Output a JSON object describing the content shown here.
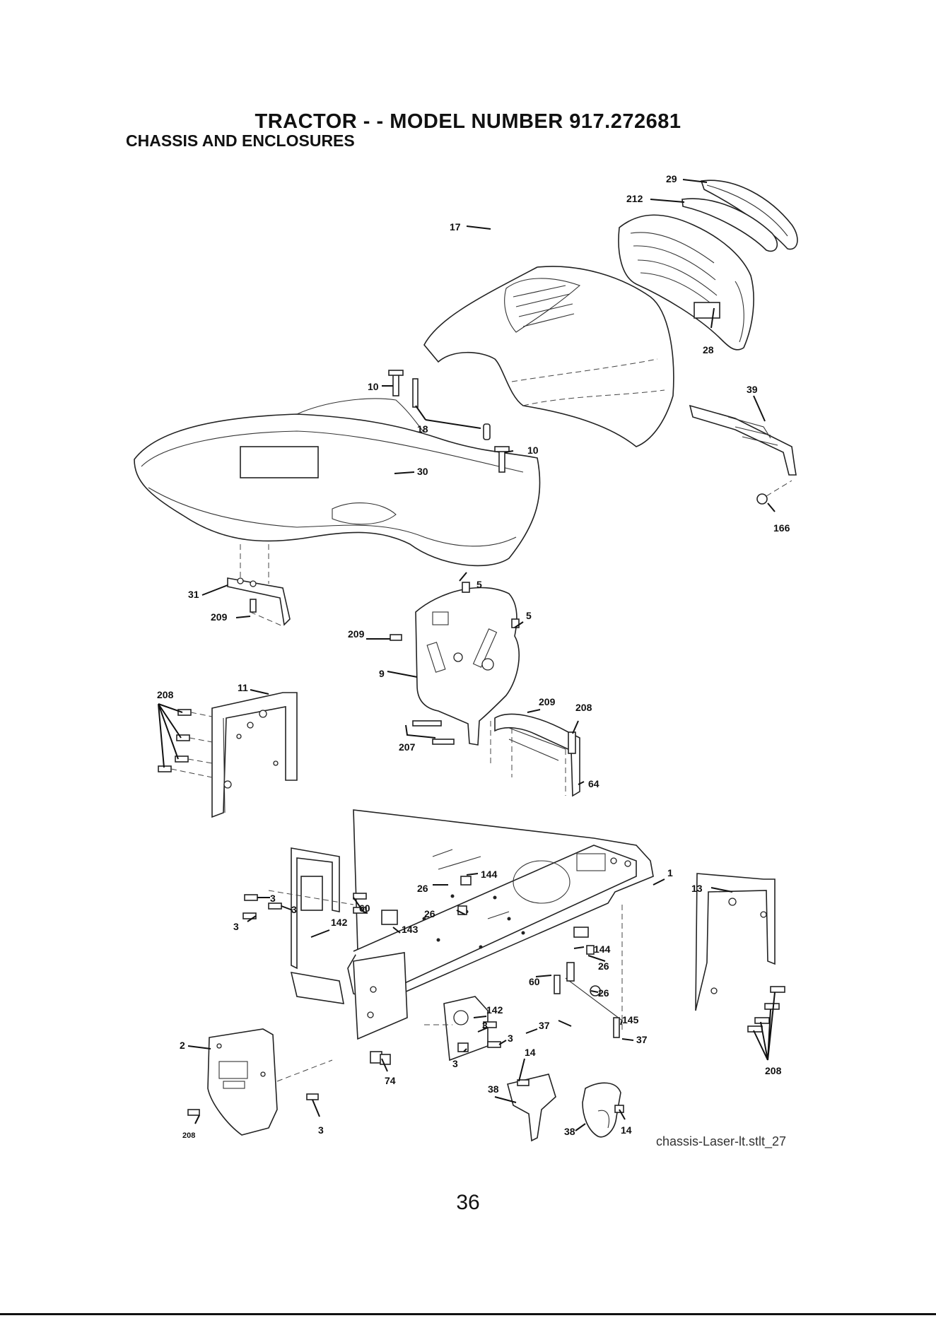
{
  "header": {
    "title": "TRACTOR - - MODEL NUMBER  917.272681",
    "subtitle": "CHASSIS AND ENCLOSURES"
  },
  "callouts": {
    "c29": "29",
    "c212": "212",
    "c17": "17",
    "c28": "28",
    "c39": "39",
    "c166": "166",
    "c10a": "10",
    "c10b": "10",
    "c18": "18",
    "c30": "30",
    "c31": "31",
    "c209a": "209",
    "c5a": "5",
    "c5b": "5",
    "c209b": "209",
    "c9": "9",
    "c208a": "208",
    "c11": "11",
    "c209c": "209",
    "c208b": "208",
    "c207": "207",
    "c64": "64",
    "c144a": "144",
    "c26a": "26",
    "c26b": "26",
    "c1": "1",
    "c13": "13",
    "c3a": "3",
    "c3b": "3",
    "c3c": "3",
    "c142a": "142",
    "c60a": "60",
    "c143": "143",
    "c144b": "144",
    "c26c": "26",
    "c60b": "60",
    "c26d": "26",
    "c142b": "142",
    "c3d": "3",
    "c3e": "3",
    "c3f": "3",
    "c37a": "37",
    "c145": "145",
    "c37b": "37",
    "c208c": "208",
    "c2": "2",
    "c74": "74",
    "c14a": "14",
    "c38a": "38",
    "c38b": "38",
    "c14b": "14",
    "c206": "208",
    "c3g": "3"
  },
  "figure_id": "chassis-Laser-lt.stlt_27",
  "page_number": "36"
}
